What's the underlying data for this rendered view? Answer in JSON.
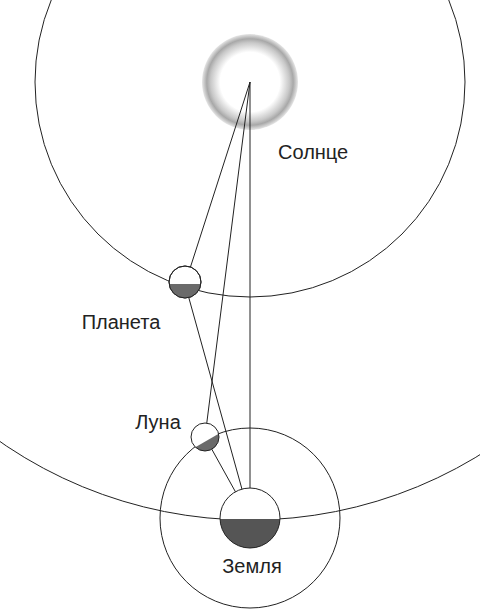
{
  "diagram": {
    "labels": [
      "Солнце",
      "Планета",
      "Луна",
      "Земля"
    ]
  }
}
